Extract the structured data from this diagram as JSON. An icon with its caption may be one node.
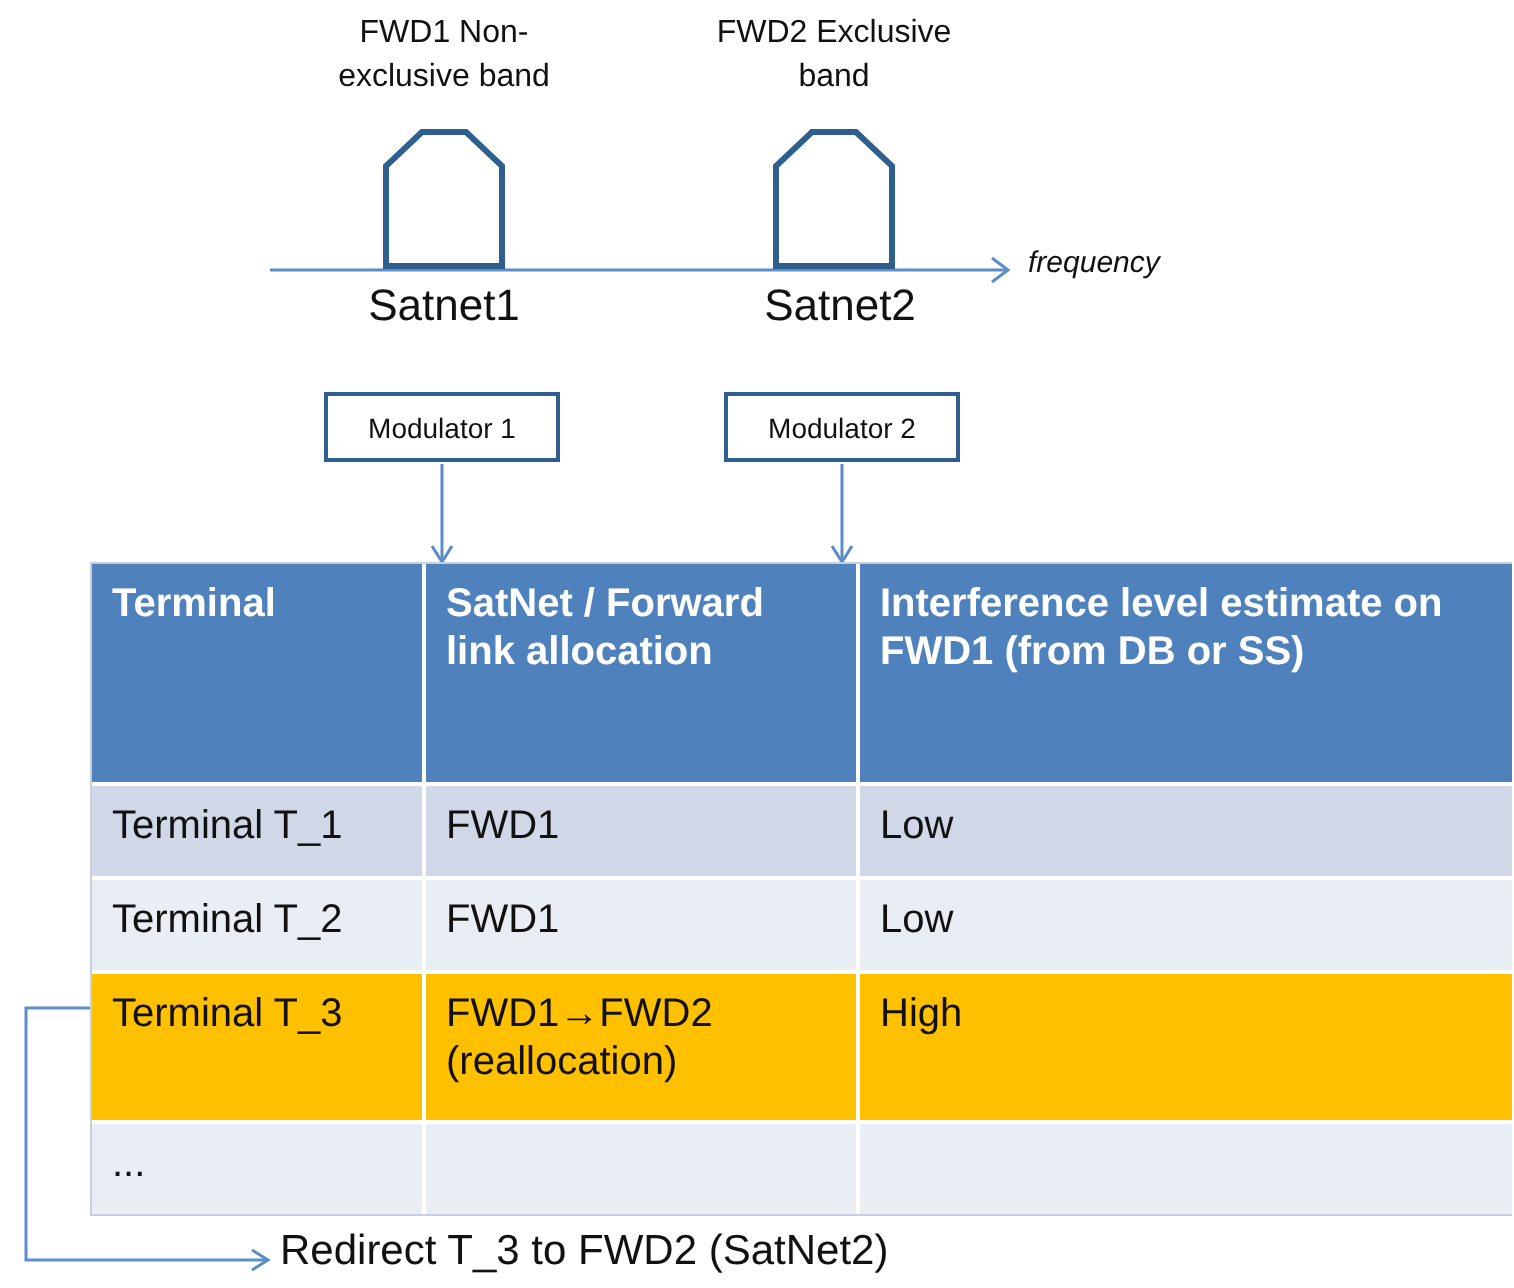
{
  "diagram": {
    "nodes": [
      {
        "text": [
          "FWD1 Non-exclusive band"
        ],
        "beside": [
          "Satnet1"
        ]
      },
      {
        "text": [
          "FWD2 Exclusive band"
        ],
        "beside": [
          "Satnet2"
        ]
      },
      {
        "text": [
          "Modulator 1"
        ]
      },
      {
        "text": [
          "Modulator 2"
        ]
      },
      {
        "text": [],
        "shape": "box"
      },
      {
        "text": [
          "Terminal T_3"
        ],
        "in": 4
      },
      {
        "text": [
          "Redirect T_3 to FWD2 (SatNet2)"
        ]
      }
    ],
    "edges": [
      {
        "from": 2,
        "to": 4,
        "arrow": "to"
      },
      {
        "from": 3,
        "to": 4,
        "arrow": "to"
      },
      {
        "from": 5,
        "to": 6,
        "arrow": "to"
      }
    ],
    "labels": [
      "frequency",
      "Terminal",
      "SatNet / Forward link allocation",
      "Interference level estimate on FWD1 (from DB or SS)",
      "Terminal T_1",
      "FWD1",
      "Low",
      "Terminal T_2",
      "FWD1",
      "Low",
      "FWD1→FWD2 (reallocation)",
      "High",
      "..."
    ]
  }
}
